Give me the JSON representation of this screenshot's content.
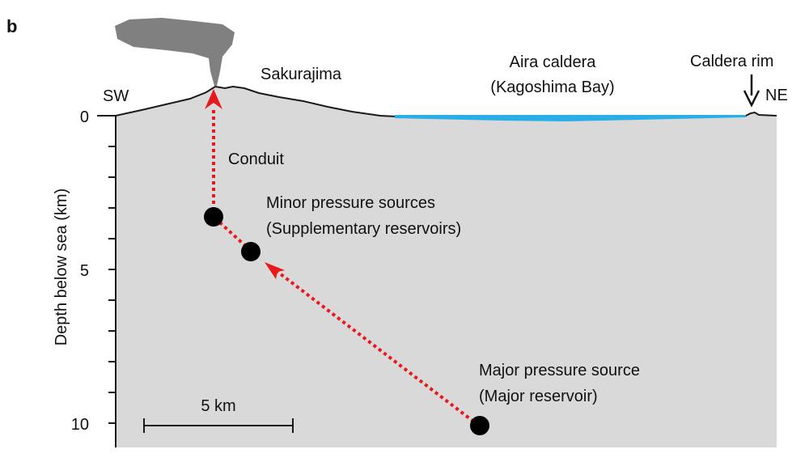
{
  "panel_label": "b",
  "labels": {
    "sw": "SW",
    "ne": "NE",
    "sakurajima": "Sakurajima",
    "aira_line1": "Aira caldera",
    "aira_line2": "(Kagoshima Bay)",
    "caldera_rim": "Caldera rim",
    "conduit": "Conduit",
    "minor_line1": "Minor pressure sources",
    "minor_line2": "(Supplementary reservoirs)",
    "major_line1": "Major pressure source",
    "major_line2": "(Major reservoir)",
    "scale_bar": "5 km"
  },
  "axis": {
    "label": "Depth below sea (km)",
    "ticks": [
      "0",
      "5",
      "10"
    ]
  },
  "colors": {
    "ground": "#d9d9d9",
    "sea": "#29aee8",
    "plume": "#808080",
    "path": "#e8181c",
    "source": "#000000"
  }
}
